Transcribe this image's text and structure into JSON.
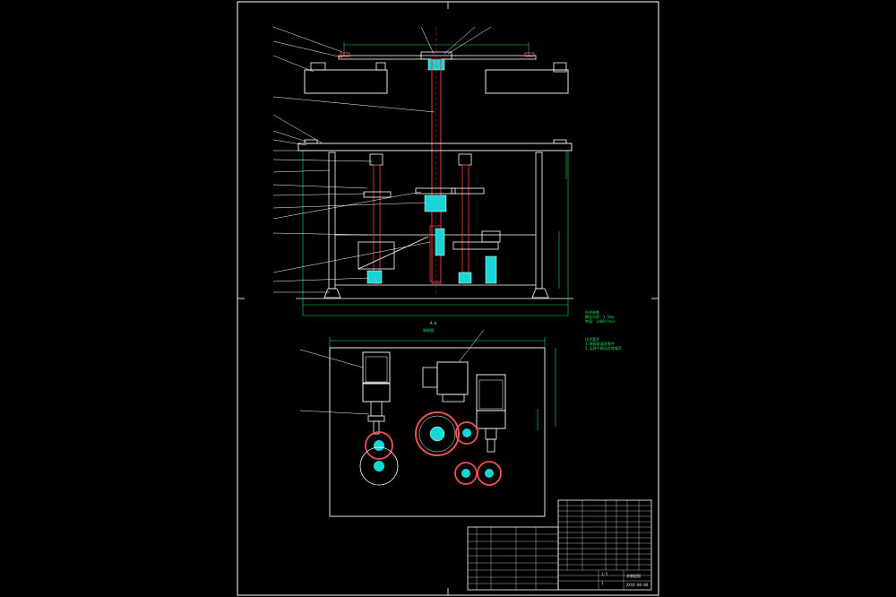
{
  "drawing": {
    "title_block": {
      "drawing_number": "XXXX-00-00",
      "drawing_title": "总装配图",
      "scale": "1:5",
      "sheet": "1"
    },
    "notes": {
      "header_1": "技术参数",
      "line_1a": "额定功率：1.5kw",
      "line_1b": "转速：1400r/min",
      "header_2": "技术要求",
      "line_2a": "1.装配前清洗零件",
      "line_2b": "2.运转平稳无异常噪声"
    },
    "view_labels": {
      "top_view": "A-A",
      "section_label": "俯视图"
    },
    "colors": {
      "background": "#000000",
      "frame": "#ffffff",
      "outline": "#ffffff",
      "dimension": "#19e05a",
      "shaft": "#e03c3c",
      "highlight": "#18d6d6",
      "gear_fill": "#f05050"
    }
  }
}
